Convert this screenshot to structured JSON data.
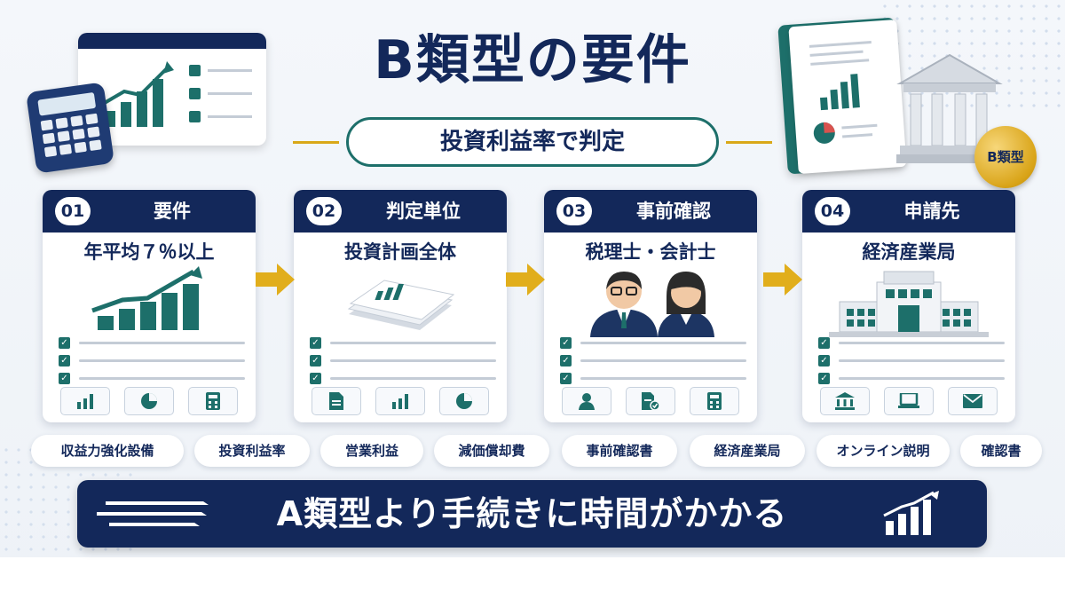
{
  "title": "B類型の要件",
  "subtitle": "投資利益率で判定",
  "coin_label": "B類型",
  "colors": {
    "navy": "#13285a",
    "teal": "#1d6f6a",
    "gold": "#d9a818"
  },
  "steps": [
    {
      "num": "01",
      "title": "要件",
      "main": "年平均７％以上",
      "illustration": "rising-bar-chart",
      "icons": [
        "bar-chart-icon",
        "pie-chart-icon",
        "calculator-icon"
      ]
    },
    {
      "num": "02",
      "title": "判定単位",
      "main": "投資計画全体",
      "illustration": "document-stack",
      "icons": [
        "document-icon",
        "bar-chart-icon",
        "pie-chart-icon"
      ]
    },
    {
      "num": "03",
      "title": "事前確認",
      "main": "税理士・会計士",
      "illustration": "two-professionals",
      "icons": [
        "person-icon",
        "document-check-icon",
        "calculator-icon"
      ]
    },
    {
      "num": "04",
      "title": "申請先",
      "main": "経済産業局",
      "illustration": "government-building",
      "icons": [
        "bank-icon",
        "laptop-icon",
        "mail-icon"
      ]
    }
  ],
  "tags": [
    "収益力強化設備",
    "投資利益率",
    "営業利益",
    "減価償却費",
    "事前確認書",
    "経済産業局",
    "オンライン説明",
    "確認書"
  ],
  "banner": "A類型より手続きに時間がかかる"
}
